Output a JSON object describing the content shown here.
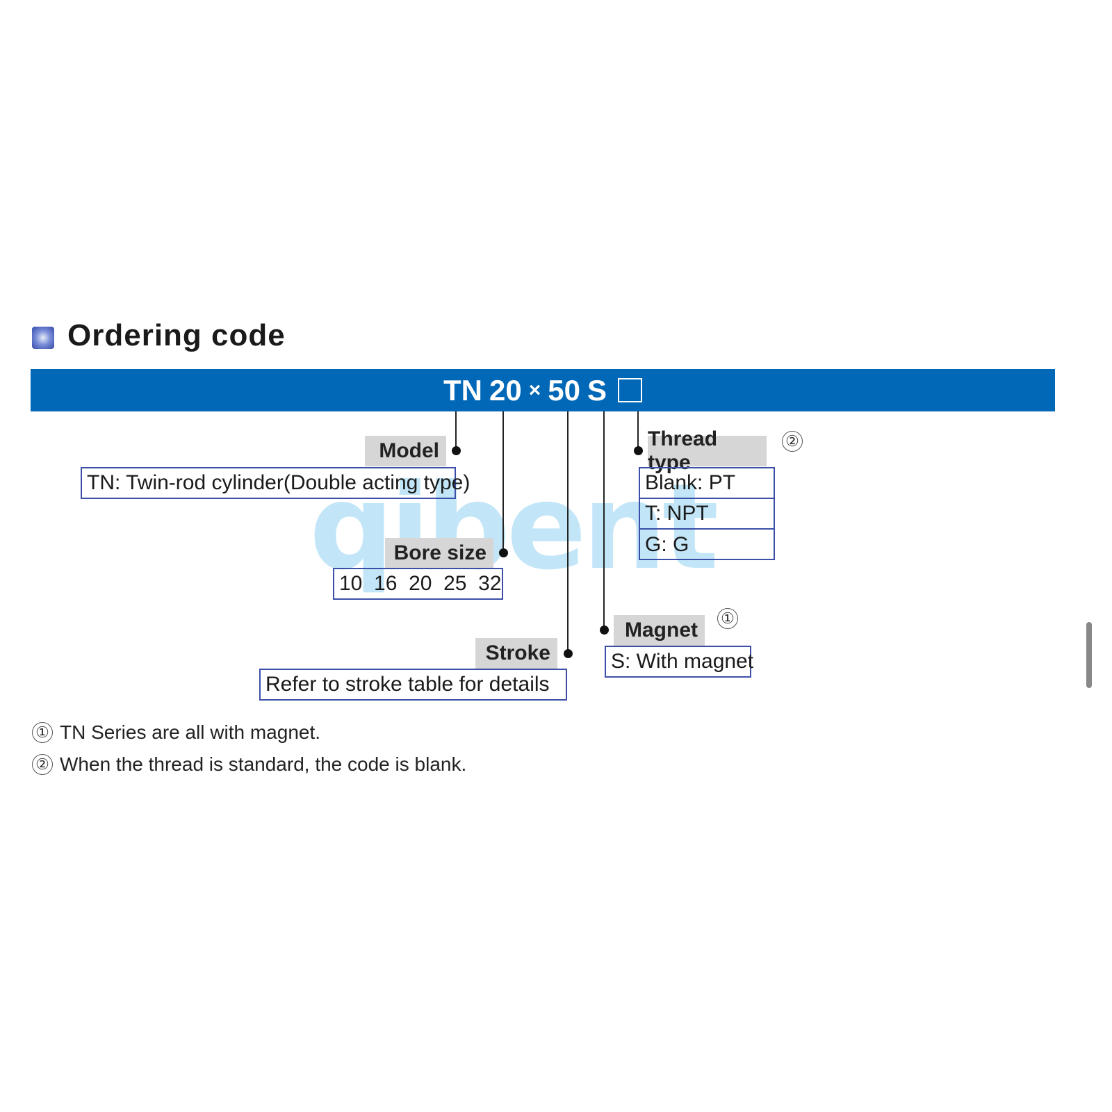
{
  "title": "Ordering code",
  "code": {
    "model": "TN",
    "bore": "20",
    "times": "×",
    "stroke": "50",
    "magnet": "S"
  },
  "fields": {
    "model": {
      "label": "Model",
      "value": "TN: Twin-rod cylinder(Double acting type)"
    },
    "bore": {
      "label": "Bore size",
      "value": "10  16  20  25  32"
    },
    "stroke": {
      "label": "Stroke",
      "value": "Refer to stroke table for details"
    },
    "magnet": {
      "label": "Magnet",
      "value": "S: With magnet",
      "note_ref": "①"
    },
    "thread": {
      "label": "Thread type",
      "note_ref": "②",
      "options": [
        "Blank: PT",
        "T: NPT",
        "G: G"
      ]
    }
  },
  "notes": [
    {
      "num": "①",
      "text": "TN Series are all with magnet."
    },
    {
      "num": "②",
      "text": "When the thread is standard, the code is blank."
    }
  ],
  "watermark": "qibent",
  "colors": {
    "bar": "#0068b7",
    "box_border": "#3b4fa8",
    "label_bg": "#d6d6d6"
  }
}
